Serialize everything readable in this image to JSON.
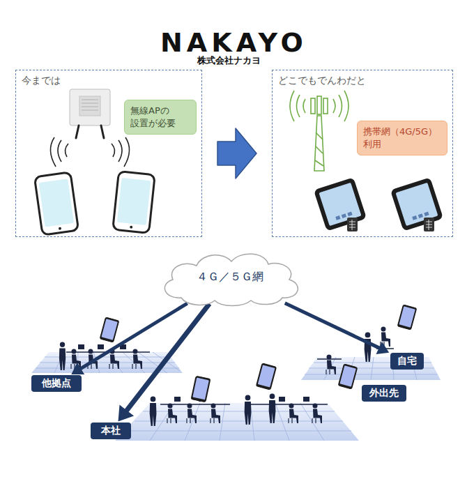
{
  "diagram": {
    "nodes": [
      {
        "text": [
          "今までは"
        ]
      },
      {
        "text": [
          "無線APの 設置が必要"
        ],
        "in": 0
      },
      {
        "text": [
          "どこでもでんわだと"
        ]
      },
      {
        "text": [
          "携帯網（4G/5G） 利用"
        ],
        "in": 2
      },
      {
        "text": [
          "４Ｇ／５Ｇ網"
        ]
      },
      {
        "text": [
          "他拠点"
        ]
      },
      {
        "text": [
          "自宅"
        ]
      },
      {
        "text": [
          "外出先"
        ]
      },
      {
        "text": [
          "本社"
        ]
      }
    ],
    "edges": [
      {
        "from": 0,
        "to": 2,
        "arrow": "to"
      },
      {
        "from": 4,
        "to": 5,
        "arrow": "to"
      },
      {
        "from": 4,
        "to": 8,
        "arrow": "to"
      },
      {
        "from": 4,
        "to": 6,
        "arrow": "to"
      }
    ],
    "labels": [
      "NAKAYO",
      "株式会社ナカヨ"
    ]
  }
}
